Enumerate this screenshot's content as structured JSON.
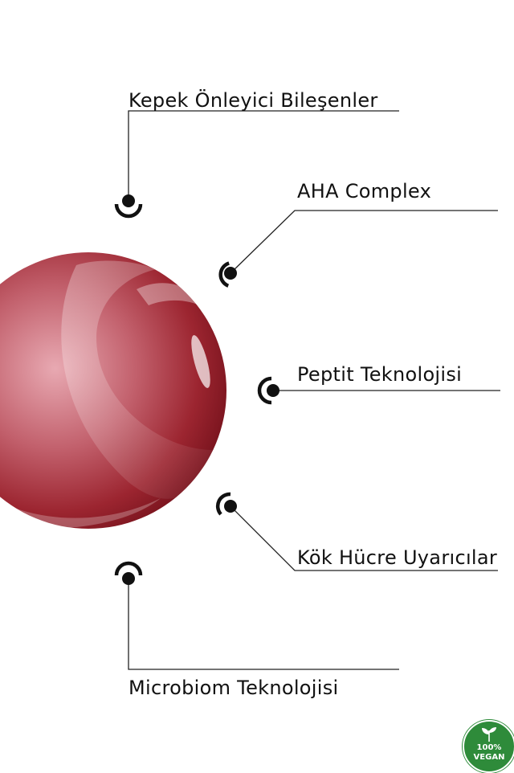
{
  "features": [
    {
      "label": "Kepek Önleyici Bileşenler"
    },
    {
      "label": "AHA Complex"
    },
    {
      "label": "Peptit Teknolojisi"
    },
    {
      "label": "Kök Hücre Uyarıcılar"
    },
    {
      "label": "Microbiom Teknolojisi"
    }
  ],
  "badge": {
    "percent": "100%",
    "text": "VEGAN"
  },
  "colors": {
    "drop": "#a8323c",
    "line": "#222222",
    "badge": "#2e8b3a"
  }
}
